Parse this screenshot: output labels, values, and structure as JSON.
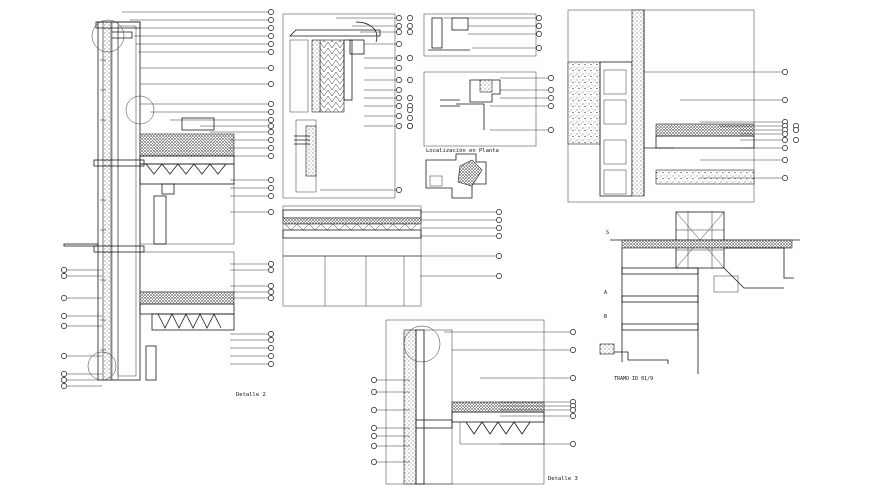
{
  "labels": {
    "detail2": "Detalle 2",
    "detail3": "Detalle 3",
    "location": "Localización en Planta",
    "sectionNote": "TRAMO ID 01/9",
    "markA": "A",
    "markB": "B",
    "markS": "S"
  },
  "colors": {
    "ink": "#111111",
    "paper": "#ffffff"
  }
}
